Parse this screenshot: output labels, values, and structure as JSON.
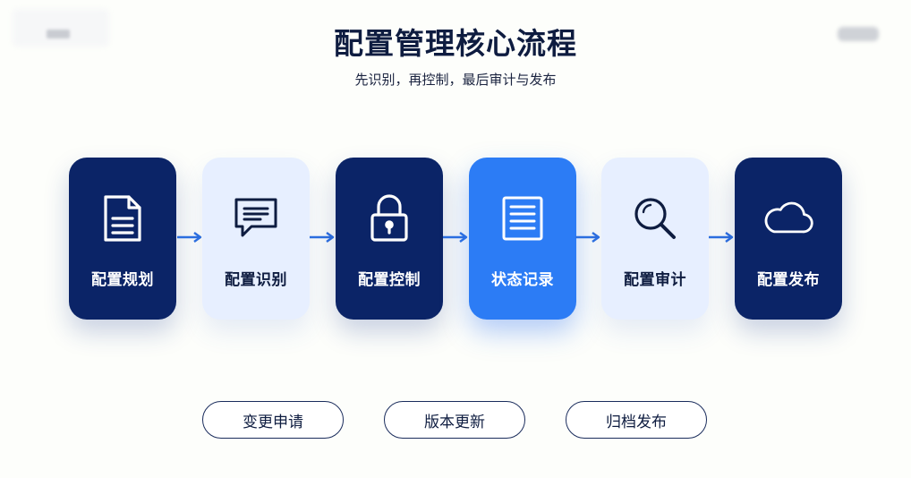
{
  "header": {
    "title": "配置管理核心流程",
    "subtitle": "先识别，再控制，最后审计与发布"
  },
  "steps": [
    {
      "label": "配置规划",
      "icon": "document-icon",
      "style": "dark"
    },
    {
      "label": "配置识别",
      "icon": "chat-bubble-icon",
      "style": "light"
    },
    {
      "label": "配置控制",
      "icon": "lock-icon",
      "style": "dark"
    },
    {
      "label": "状态记录",
      "icon": "list-document-icon",
      "style": "accent"
    },
    {
      "label": "配置审计",
      "icon": "search-icon",
      "style": "light"
    },
    {
      "label": "配置发布",
      "icon": "cloud-icon",
      "style": "dark"
    }
  ],
  "actions": [
    {
      "label": "变更申请"
    },
    {
      "label": "版本更新"
    },
    {
      "label": "归档发布"
    }
  ],
  "colors": {
    "dark_card": "#0b2467",
    "light_card": "#e7efff",
    "accent_card": "#2c7cf5",
    "arrow": "#2c6fe0"
  }
}
